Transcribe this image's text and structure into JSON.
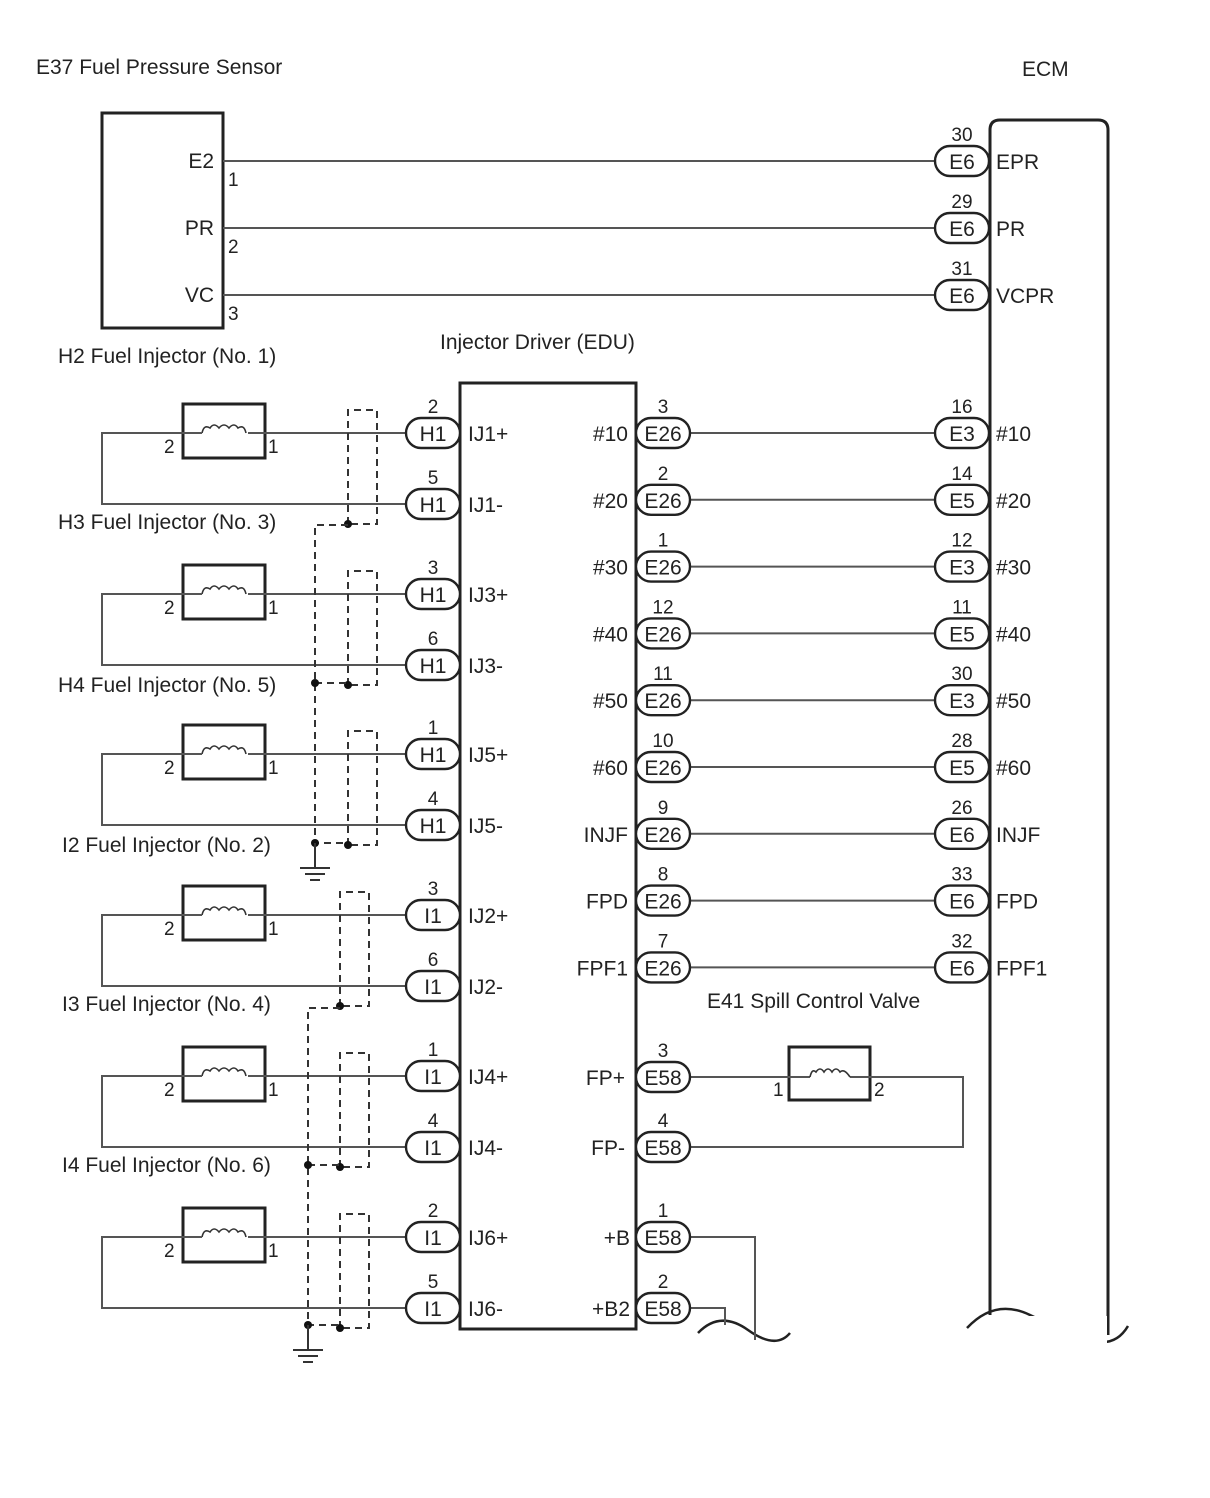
{
  "sensor": {
    "title": "E37 Fuel Pressure Sensor",
    "pins": [
      {
        "label": "E2",
        "num": "1",
        "ecm_pin": "30",
        "ecm_conn": "E6",
        "ecm_label": "EPR"
      },
      {
        "label": "PR",
        "num": "2",
        "ecm_pin": "29",
        "ecm_conn": "E6",
        "ecm_label": "PR"
      },
      {
        "label": "VC",
        "num": "3",
        "ecm_pin": "31",
        "ecm_conn": "E6",
        "ecm_label": "VCPR"
      }
    ]
  },
  "ecm": {
    "title": "ECM"
  },
  "edu": {
    "title": "Injector Driver (EDU)"
  },
  "injectors": [
    {
      "title": "H2 Fuel Injector (No. 1)",
      "pin_left": "2",
      "pin_right": "1",
      "plus": {
        "pin": "2",
        "conn": "H1",
        "label": "IJ1+"
      },
      "minus": {
        "pin": "5",
        "conn": "H1",
        "label": "IJ1-"
      }
    },
    {
      "title": "H3 Fuel Injector (No. 3)",
      "pin_left": "2",
      "pin_right": "1",
      "plus": {
        "pin": "3",
        "conn": "H1",
        "label": "IJ3+"
      },
      "minus": {
        "pin": "6",
        "conn": "H1",
        "label": "IJ3-"
      }
    },
    {
      "title": "H4 Fuel Injector (No. 5)",
      "pin_left": "2",
      "pin_right": "1",
      "plus": {
        "pin": "1",
        "conn": "H1",
        "label": "IJ5+"
      },
      "minus": {
        "pin": "4",
        "conn": "H1",
        "label": "IJ5-"
      }
    },
    {
      "title": "I2 Fuel Injector (No. 2)",
      "pin_left": "2",
      "pin_right": "1",
      "plus": {
        "pin": "3",
        "conn": "I1",
        "label": "IJ2+"
      },
      "minus": {
        "pin": "6",
        "conn": "I1",
        "label": "IJ2-"
      }
    },
    {
      "title": "I3 Fuel Injector (No. 4)",
      "pin_left": "2",
      "pin_right": "1",
      "plus": {
        "pin": "1",
        "conn": "I1",
        "label": "IJ4+"
      },
      "minus": {
        "pin": "4",
        "conn": "I1",
        "label": "IJ4-"
      }
    },
    {
      "title": "I4 Fuel Injector (No. 6)",
      "pin_left": "2",
      "pin_right": "1",
      "plus": {
        "pin": "2",
        "conn": "I1",
        "label": "IJ6+"
      },
      "minus": {
        "pin": "5",
        "conn": "I1",
        "label": "IJ6-"
      }
    }
  ],
  "signals": [
    {
      "edu_label": "#10",
      "edu_pin": "3",
      "edu_conn": "E26",
      "ecm_pin": "16",
      "ecm_conn": "E3",
      "ecm_label": "#10"
    },
    {
      "edu_label": "#20",
      "edu_pin": "2",
      "edu_conn": "E26",
      "ecm_pin": "14",
      "ecm_conn": "E5",
      "ecm_label": "#20"
    },
    {
      "edu_label": "#30",
      "edu_pin": "1",
      "edu_conn": "E26",
      "ecm_pin": "12",
      "ecm_conn": "E3",
      "ecm_label": "#30"
    },
    {
      "edu_label": "#40",
      "edu_pin": "12",
      "edu_conn": "E26",
      "ecm_pin": "11",
      "ecm_conn": "E5",
      "ecm_label": "#40"
    },
    {
      "edu_label": "#50",
      "edu_pin": "11",
      "edu_conn": "E26",
      "ecm_pin": "30",
      "ecm_conn": "E3",
      "ecm_label": "#50"
    },
    {
      "edu_label": "#60",
      "edu_pin": "10",
      "edu_conn": "E26",
      "ecm_pin": "28",
      "ecm_conn": "E5",
      "ecm_label": "#60"
    },
    {
      "edu_label": "INJF",
      "edu_pin": "9",
      "edu_conn": "E26",
      "ecm_pin": "26",
      "ecm_conn": "E6",
      "ecm_label": "INJF"
    },
    {
      "edu_label": "FPD",
      "edu_pin": "8",
      "edu_conn": "E26",
      "ecm_pin": "33",
      "ecm_conn": "E6",
      "ecm_label": "FPD"
    },
    {
      "edu_label": "FPF1",
      "edu_pin": "7",
      "edu_conn": "E26",
      "ecm_pin": "32",
      "ecm_conn": "E6",
      "ecm_label": "FPF1"
    }
  ],
  "spill_valve": {
    "title": "E41 Spill Control Valve",
    "pin_left": "1",
    "pin_right": "2",
    "plus": {
      "label": "FP+",
      "pin": "3",
      "conn": "E58"
    },
    "minus": {
      "label": "FP-",
      "pin": "4",
      "conn": "E58"
    }
  },
  "power": [
    {
      "label": "+B",
      "pin": "1",
      "conn": "E58"
    },
    {
      "label": "+B2",
      "pin": "2",
      "conn": "E58"
    }
  ],
  "icons": {
    "coil": "coil-icon",
    "ground": "ground-icon",
    "break": "wire-break-icon"
  }
}
